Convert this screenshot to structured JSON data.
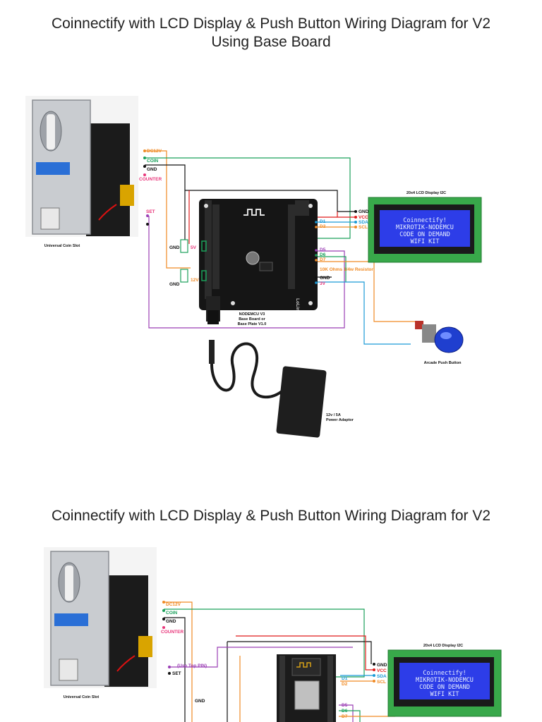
{
  "titles": {
    "top_line1": "Coinnectify with LCD Display & Push Button Wiring Diagram for V2",
    "top_line2": "Using Base Board",
    "bottom": "Coinnectify with LCD Display & Push Button Wiring Diagram for V2"
  },
  "coin_slot": {
    "caption": "Universal Coin Slot",
    "pins": {
      "dc12v": "DC12V",
      "coin": "COIN",
      "gnd": "GND",
      "counter": "COUNTER",
      "set": "SET"
    },
    "use_top_pin": "(Use Top PIN)"
  },
  "lcd": {
    "caption": "20x4 LCD Display I2C",
    "pins": {
      "gnd": "GND",
      "vcc": "VCC",
      "sda": "SDA",
      "scl": "SCL"
    },
    "lines": [
      "Coinnectify!",
      "MIKROTIK-NODEMCU",
      "CODE ON DEMAND",
      "WIFI KIT"
    ]
  },
  "board": {
    "pins": {
      "d1": "D1",
      "d2": "D2",
      "d5": "D5",
      "d6": "D6",
      "d7": "D7",
      "gnd": "GND",
      "v3": "3V"
    },
    "left_labels": {
      "gnd1": "GND",
      "v5": "5V",
      "gnd2": "GND",
      "v12": "12V"
    },
    "caption_line1": "NODEMCU V3",
    "caption_line2": "Base Board or",
    "caption_line3": "Base Plate V1.0",
    "silk_brand": "LoLin"
  },
  "resistor": "10K Ohms 1/4w Resistor",
  "button_caption": "Arcade Push Button",
  "adaptor": {
    "line1": "12v / 5A",
    "line2": "Power Adaptor"
  },
  "bottom_gnd": "GND",
  "colors": {
    "orange": "#f08a24",
    "green": "#1aa05a",
    "black": "#111111",
    "pink": "#e8357a",
    "purple": "#9b3fb5",
    "blue": "#1a9ad6",
    "red": "#e01b1b"
  }
}
